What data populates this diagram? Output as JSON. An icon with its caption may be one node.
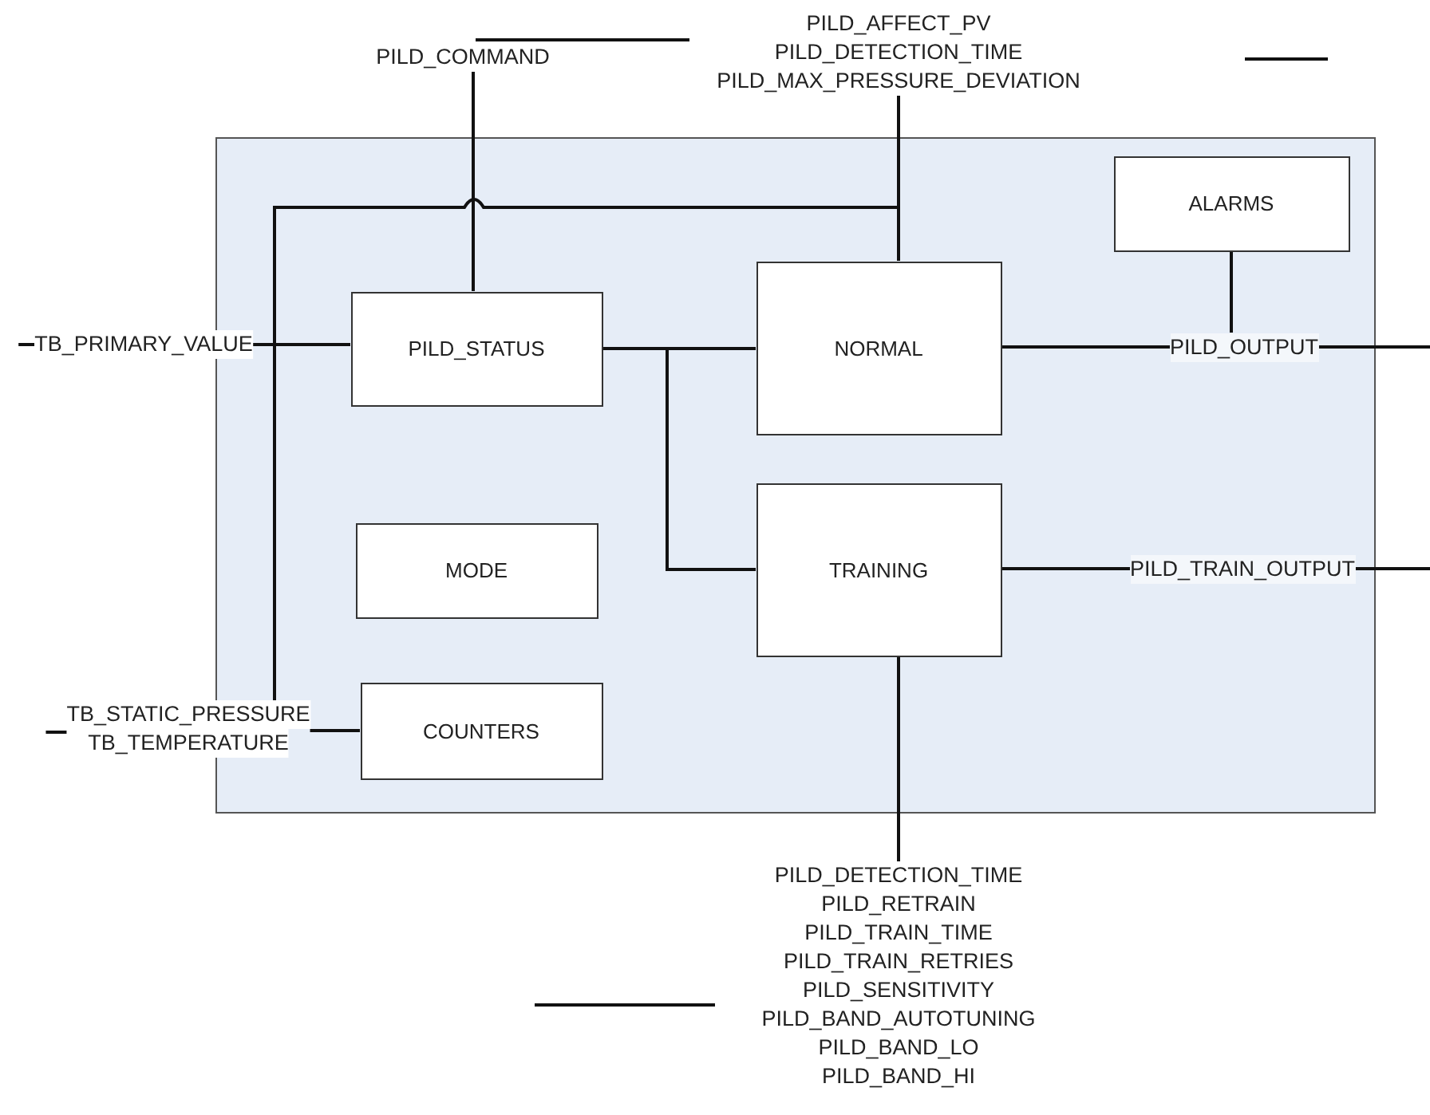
{
  "diagram": {
    "nodes": [
      {
        "text": [],
        "shape": "box"
      },
      {
        "text": [
          "PILD_COMMAND"
        ]
      },
      {
        "text": [
          "PILD_AFFECT_PV",
          "PILD_DETECTION_TIME",
          "PILD_MAX_PRESSURE_DEVIATION"
        ]
      },
      {
        "text": [
          "ALARMS"
        ],
        "in": 0
      },
      {
        "text": [
          "TB_PRIMARY_VALUE"
        ]
      },
      {
        "text": [
          "PILD_STATUS"
        ],
        "in": 0
      },
      {
        "text": [
          "NORMAL"
        ],
        "in": 0
      },
      {
        "text": [
          "PILD_OUTPUT"
        ],
        "in": 0
      },
      {
        "text": [
          "MODE"
        ],
        "in": 0
      },
      {
        "text": [
          "TRAINING"
        ],
        "in": 0
      },
      {
        "text": [
          "PILD_TRAIN_OUTPUT"
        ],
        "in": 0
      },
      {
        "text": [
          "TB_STATIC_PRESSURE",
          "TB_TEMPERATURE"
        ]
      },
      {
        "text": [
          "COUNTERS"
        ],
        "in": 0
      },
      {
        "text": [
          "PILD_DETECTION_TIME",
          "PILD_RETRAIN",
          "PILD_TRAIN_TIME",
          "PILD_TRAIN_RETRIES",
          "PILD_SENSITIVITY",
          "PILD_BAND_AUTOTUNING",
          "PILD_BAND_LO",
          "PILD_BAND_HI"
        ]
      }
    ],
    "edges": [
      {
        "from": 1,
        "to": 5,
        "arrow": "none"
      },
      {
        "from": 2,
        "to": 6,
        "arrow": "none"
      },
      {
        "from": 2,
        "to": 11,
        "arrow": "none"
      },
      {
        "from": null,
        "to": 4,
        "arrow": "none"
      },
      {
        "from": 4,
        "to": 5,
        "arrow": "none"
      },
      {
        "from": null,
        "to": 11,
        "arrow": "none"
      },
      {
        "from": 11,
        "to": 12,
        "arrow": "none"
      },
      {
        "from": 5,
        "to": 6,
        "arrow": "none"
      },
      {
        "from": 5,
        "to": 9,
        "arrow": "none"
      },
      {
        "from": 6,
        "to": 7,
        "arrow": "none"
      },
      {
        "from": 3,
        "to": 7,
        "arrow": "none"
      },
      {
        "from": 7,
        "to": null,
        "arrow": "none"
      },
      {
        "from": 9,
        "to": 10,
        "arrow": "none"
      },
      {
        "from": 10,
        "to": null,
        "arrow": "none"
      },
      {
        "from": 9,
        "to": 13,
        "arrow": "none"
      }
    ]
  }
}
